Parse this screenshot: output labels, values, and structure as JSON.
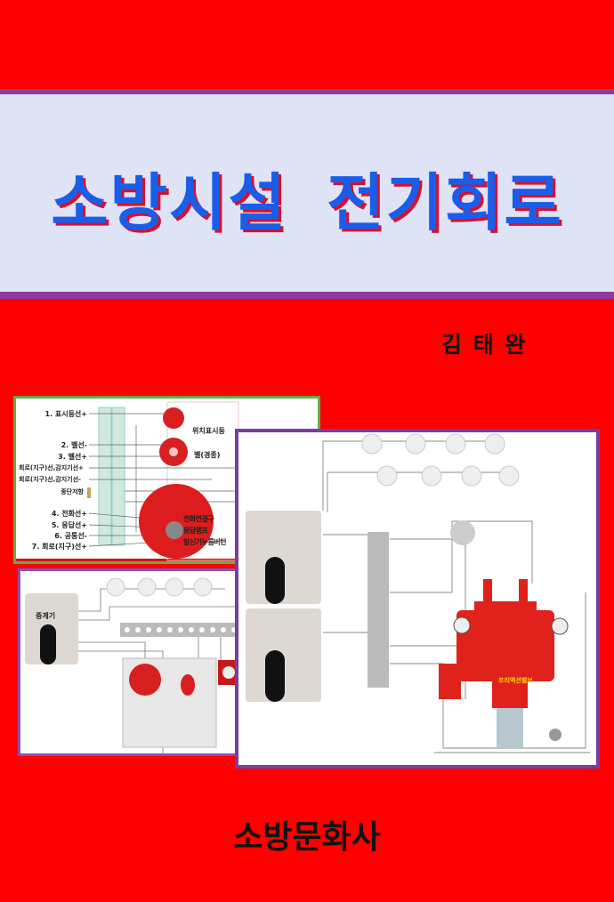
{
  "cover": {
    "title": "소방시설  전기회로",
    "author": "김 태 완",
    "publisher": "소방문화사"
  },
  "colors": {
    "background": "#fe0000",
    "band": "#dfe3f6",
    "band_border": "#8e3a9e",
    "title": "#1a5de8",
    "title_shadow": "#d8102a"
  },
  "diagram_terminal": {
    "wire_labels": [
      "1. 표시등선+",
      "2. 벨선-",
      "3. 벨선+",
      "회로(지구)선,감지기선+",
      "회로(지구)선,감지기선-",
      "종단저항",
      "4. 전화선+",
      "5. 응답선+",
      "6. 공통선-",
      "7. 회로(지구)선+"
    ],
    "device_labels": [
      "위치표시등",
      "벨(경종)",
      "전화연결구",
      "응답램프",
      "발신기누름버턴"
    ]
  },
  "diagram_relay": {
    "relay_label": "중계기"
  },
  "diagram_valve": {
    "valve_label": "프리액션밸브"
  }
}
